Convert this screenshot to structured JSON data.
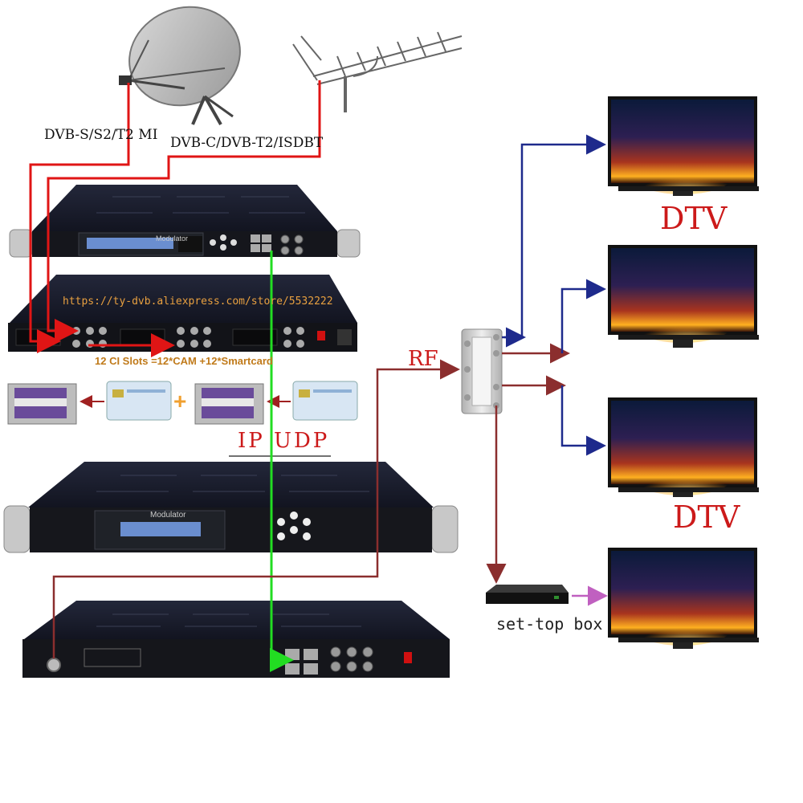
{
  "labels": {
    "dvb_s": "DVB-S/S2/T2 MI",
    "dvb_c": "DVB-C/DVB-T2/ISDBT",
    "url": "https://ty-dvb.aliexpress.com/store/5532222",
    "ci_slots": "12 CI Slots =12*CAM +12*Smartcard",
    "ip_udp": "IP UDP",
    "rf": "RF",
    "dtv_1": "DTV",
    "dtv_2": "DTV",
    "stb": "set-top box",
    "modulator_1": "Modulator",
    "modulator_2": "Modulator",
    "plus": "+"
  },
  "colors": {
    "rf_line": "#8b2e2e",
    "red_line": "#e01515",
    "ip_line": "#22dd22",
    "tv_line": "#1e2a8c",
    "stb_line": "#c060c0",
    "device": "#1c1e24",
    "label_red": "#cc1a1a"
  }
}
